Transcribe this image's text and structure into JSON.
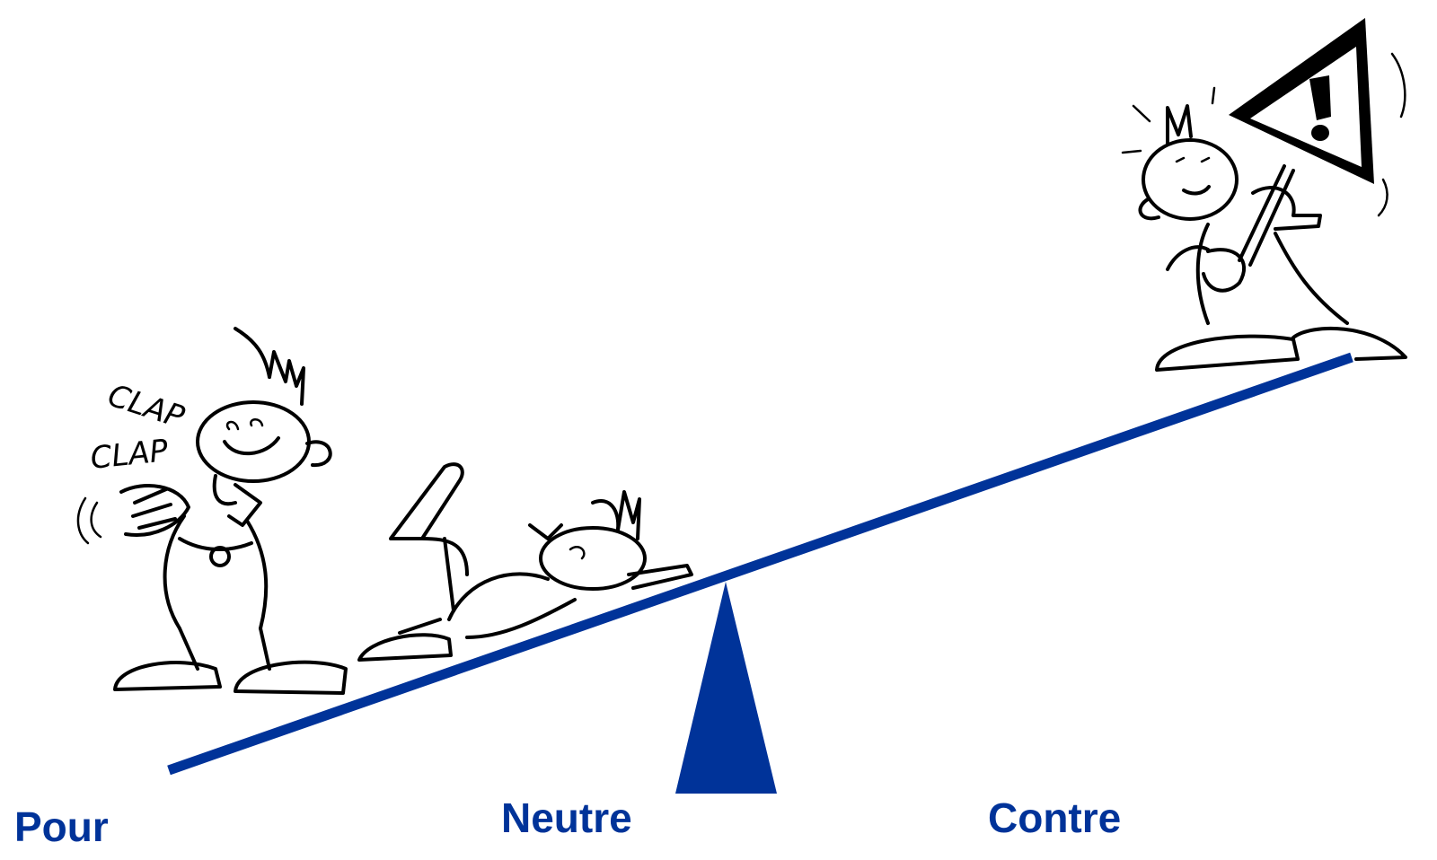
{
  "labels": {
    "pour": "Pour",
    "neutre": "Neutre",
    "contre": "Contre"
  },
  "sound_effects": [
    "CLAP",
    "CLAP"
  ],
  "colors": {
    "accent": "#003399",
    "ink": "#000000",
    "background": "#ffffff"
  },
  "icons": {
    "warning_sign": "warning-sign-icon"
  }
}
